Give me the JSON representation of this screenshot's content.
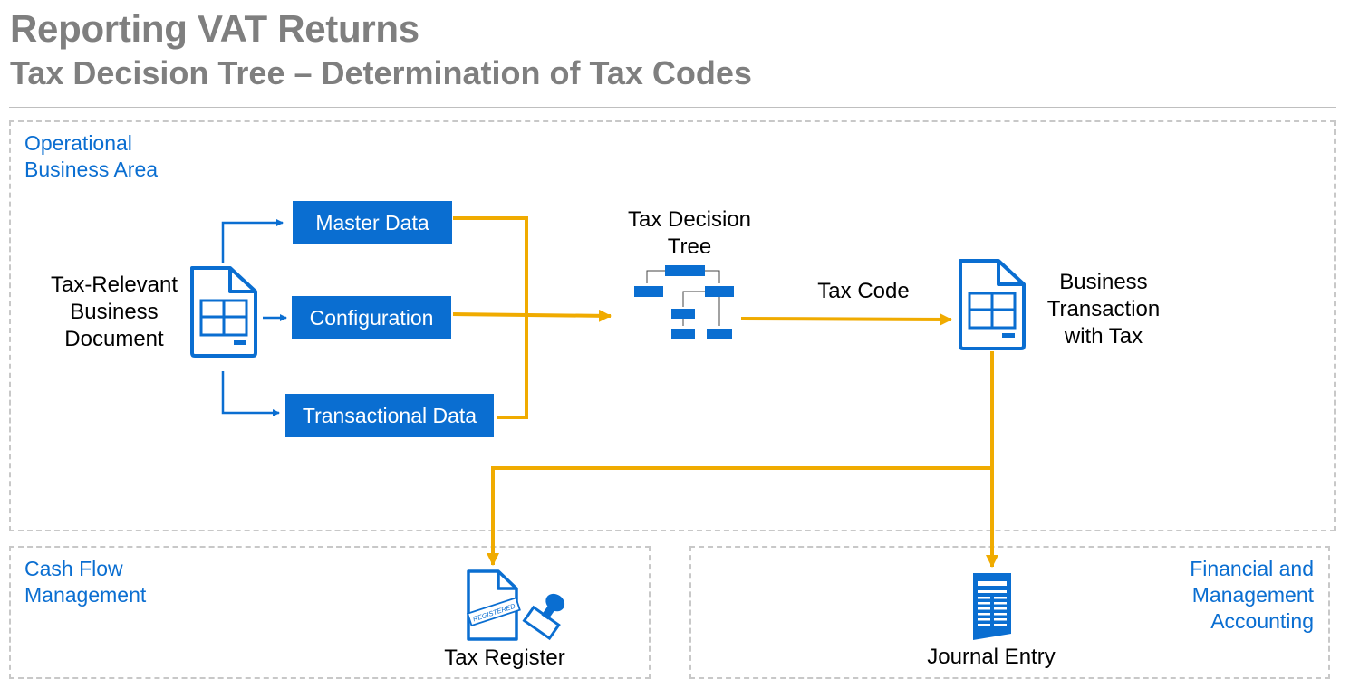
{
  "header": {
    "title": "Reporting VAT Returns",
    "subtitle": "Tax Decision Tree – Determination of Tax Codes"
  },
  "areas": {
    "operational": "Operational\nBusiness Area",
    "cash_flow": "Cash Flow\nManagement",
    "financial": "Financial and\nManagement\nAccounting"
  },
  "nodes": {
    "source_document": "Tax-Relevant\nBusiness\nDocument",
    "master_data": "Master Data",
    "configuration": "Configuration",
    "transactional_data": "Transactional Data",
    "decision_tree": "Tax Decision\nTree",
    "tax_code": "Tax Code",
    "business_transaction": "Business\nTransaction\nwith Tax",
    "tax_register": "Tax Register",
    "journal_entry": "Journal Entry",
    "stamp_text": "REGISTERED"
  },
  "colors": {
    "primary_blue": "#0a6ed1",
    "flow_gold": "#f0ab00",
    "header_gray": "#7f7f7f",
    "dashed_border": "#c8c8c8"
  },
  "icons": {
    "source_document": "document-table-icon",
    "decision_tree": "tree-hierarchy-icon",
    "business_transaction": "document-table-icon",
    "tax_register": "stamped-document-icon",
    "journal_entry": "journal-icon"
  }
}
